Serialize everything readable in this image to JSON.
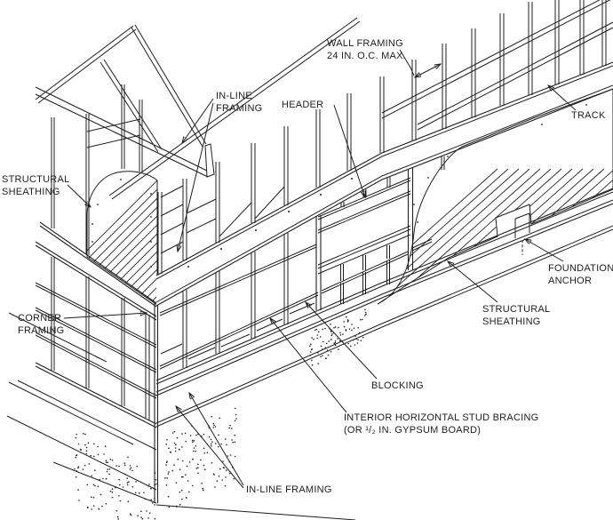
{
  "figure": {
    "background": "#ffffff",
    "line_color": "#1f1f1f"
  },
  "labels": {
    "wall_framing": {
      "line1": "WALL FRAMING",
      "line2": "24 IN. O.C. MAX."
    },
    "in_line_framing_top": {
      "line1": "IN-LINE",
      "line2": "FRAMING"
    },
    "header": {
      "text": "HEADER"
    },
    "track": {
      "text": "TRACK"
    },
    "structural_sheathing_left": {
      "line1": "STRUCTURAL",
      "line2": "SHEATHING"
    },
    "corner_framing": {
      "line1": "CORNER",
      "line2": "FRAMING"
    },
    "foundation_anchor": {
      "line1": "FOUNDATION",
      "line2": "ANCHOR"
    },
    "structural_sheathing_right": {
      "line1": "STRUCTURAL",
      "line2": "SHEATHING"
    },
    "blocking": {
      "text": "BLOCKING"
    },
    "interior_bracing": {
      "line1": "INTERIOR HORIZONTAL STUD BRACING",
      "line2": "(OR ¹/₂ IN. GYPSUM BOARD)"
    },
    "in_line_framing_bottom": {
      "text": "IN-LINE FRAMING"
    }
  }
}
